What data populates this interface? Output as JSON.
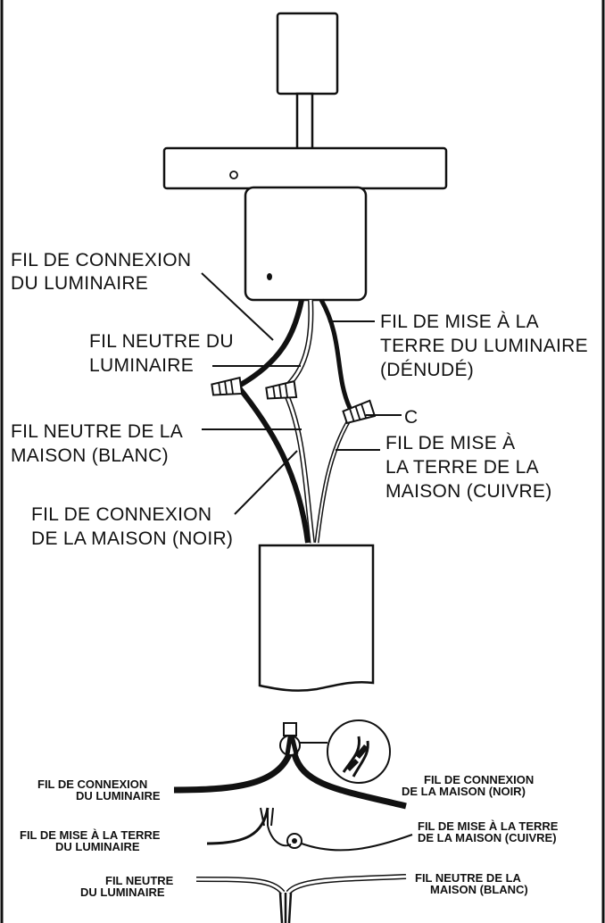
{
  "top_diagram": {
    "fixture_wire_label": [
      "FIL DE CONNEXION",
      "DU LUMINAIRE"
    ],
    "fixture_neutral_label": [
      "FIL NEUTRE DU",
      "LUMINAIRE"
    ],
    "fixture_ground_label": [
      "FIL DE MISE À LA",
      "TERRE DU LUMINAIRE",
      "(DÉNUDÉ)"
    ],
    "house_neutral_label": [
      "FIL NEUTRE DE LA",
      "MAISON (BLANC)"
    ],
    "connector_label": "C",
    "house_ground_label": [
      "FIL DE MISE À",
      "LA TERRE DE LA",
      "MAISON (CUIVRE)"
    ],
    "house_supply_label": [
      "FIL DE CONNEXION",
      "DE LA MAISON (NOIR)"
    ]
  },
  "bottom_diagrams": {
    "row1_left": [
      "FIL DE CONNEXION",
      "DU LUMINAIRE"
    ],
    "row1_right": [
      "FIL DE CONNEXION",
      "DE LA MAISON (NOIR)"
    ],
    "row2_left": [
      "FIL DE MISE À LA TERRE",
      "DU LUMINAIRE"
    ],
    "row2_right": [
      "FIL DE MISE À LA TERRE",
      "DE LA MAISON (CUIVRE)"
    ],
    "row3_left": [
      "FIL NEUTRE",
      "DU LUMINAIRE"
    ],
    "row3_right": [
      "FIL NEUTRE DE LA",
      "MAISON (BLANC)"
    ]
  }
}
